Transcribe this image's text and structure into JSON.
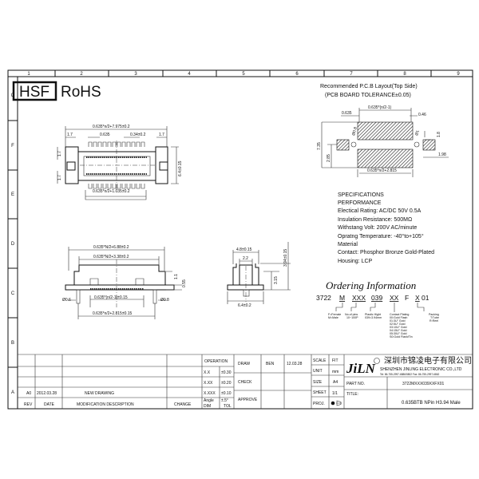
{
  "frame": {
    "columns": [
      "1",
      "2",
      "3",
      "4",
      "5",
      "6",
      "7",
      "8",
      "9"
    ],
    "rows": [
      "G",
      "F",
      "E",
      "D",
      "C",
      "B",
      "A"
    ]
  },
  "logo": {
    "hsf": "HSF",
    "rohs": "RoHS"
  },
  "top_view": {
    "dim_overall": "0.635*n/2+7.975±0.2",
    "dim_left": "1.7",
    "dim_pitch": "0.635",
    "dim_pin_width": "0.34±0.2",
    "dim_right": "1.7",
    "dim_left_top": "1.7",
    "dim_left_bottom": "1.7",
    "dim_height": "6.4±0.15",
    "dim_bottom": "0.635*n/2+1.035±0.2"
  },
  "pcb_layout": {
    "title": "Recommended P.C.B Layout(Top Side)",
    "subtitle": "(PCB BOARD TOLERANCE±0.05)",
    "dim_top": "0.635*(n/2-1)",
    "dim_pitch": "0.635",
    "dim_pad": "0.46",
    "dim_hole_left": "Ø0.8",
    "dim_hole_right": "Ø1",
    "dim_height": "7.35",
    "dim_offset": "2.85",
    "dim_side_pad_h": "1.8",
    "dim_side_pad_w": "1.98",
    "dim_bottom": "0.635*n/2+2.815"
  },
  "side_view": {
    "dim_overall": "0.635*N/2+6.88±0.2",
    "dim_inner": "0.635*N/2+3.38±0.2",
    "dim_h1": "1.1",
    "dim_h2": "0.55",
    "dim_peg_left": "Ø0.6",
    "dim_peg_right": "Ø0.8",
    "dim_pins": "0.635*(n/2-1)±0.15",
    "dim_pegs": "0.635*n/2+2.815±0.15"
  },
  "end_view": {
    "dim_width": "4.8±0.15",
    "dim_center": "2.2",
    "dim_height": "3.94±0.15",
    "dim_body": "3.15",
    "dim_base": "6.4±0.2"
  },
  "specifications": {
    "heading": "SPECIFICATIONS",
    "lines": [
      "PERFORMANCE",
      "Electical Rating: AC/DC  50V  0.5A",
      "Insulation Resistance:    500MΩ",
      "Withstang Volt: 200V AC/minute",
      "Opratng Temperature: -40°to+105°",
      "Material",
      "Contact: Phosphor Bronze Gold-Plated",
      "Housing: LCP"
    ]
  },
  "ordering": {
    "title": "Ordering Information",
    "code": [
      "3722",
      "M",
      "XXX",
      "039",
      "XX",
      "F",
      "X",
      "01"
    ],
    "gender": [
      "F=Female",
      "M=Male"
    ],
    "pins": [
      "No.of pins",
      "10~100P"
    ],
    "height": [
      "Plastic Hight",
      "039=3.94mm"
    ],
    "plating": [
      "Contact  Plating",
      "00:Gold  Flash",
      "01:3U\"  Gold",
      "02:5U\"  Gold",
      "03:10U\" Gold",
      "04:15U\" Gold",
      "05:30U\" Gold",
      "S0:Gold  Flash/Tin"
    ],
    "packing": [
      "Packing",
      "T:Tube",
      "R:Reel"
    ]
  },
  "revision_table": {
    "rows": [
      {
        "rev": "",
        "date": "",
        "desc": "",
        "change": ""
      },
      {
        "rev": "",
        "date": "",
        "desc": "",
        "change": ""
      },
      {
        "rev": "",
        "date": "",
        "desc": "",
        "change": ""
      },
      {
        "rev": "A0",
        "date": "2012.03.28",
        "desc": "NEW  DRAWING",
        "change": ""
      }
    ],
    "headers": {
      "rev": "REV",
      "date": "DATE",
      "desc": "MODIFICATION  DESCRIPTION",
      "change": "CHANGE"
    }
  },
  "tolerance_table": {
    "title": "OPERATION",
    "rows": [
      {
        "dim": "X.X",
        "tol": "±0.30"
      },
      {
        "dim": "X.XX",
        "tol": "±0.20"
      },
      {
        "dim": "X.XXX",
        "tol": "±0.10"
      },
      {
        "dim": "Angle",
        "tol": "±.5°"
      }
    ],
    "headers": {
      "dim": "DIM",
      "tol": "TOL"
    }
  },
  "approvals": {
    "draw_label": "DRAW",
    "draw_name": "BEN",
    "draw_date": "12.03.28",
    "check_label": "CHECK",
    "approve_label": "APPROVE"
  },
  "sheet_info": {
    "scale_label": "SCALE",
    "scale": "FIT",
    "unit_label": "UNIT",
    "unit": "mm",
    "size_label": "SIZE",
    "size": "A4",
    "sheet_label": "SHEET",
    "sheet": "1/1",
    "proj_label": "PROJ."
  },
  "company": {
    "logo": "JiLN",
    "name_cn": "深圳市锦凌电子有限公司",
    "name_en": "SHENZHEN JINLING ELECTRONIC CO.,LTD",
    "contact": "Tel: 86-755-2997-6886/5802   Fax: 86-755-2997-6862"
  },
  "part": {
    "part_no_label": "PART NO.",
    "part_no": "3722MXXX039XXFX01",
    "title_label": "TITLE:",
    "title": "0.635BTB    NPin  H3.94  Male"
  }
}
